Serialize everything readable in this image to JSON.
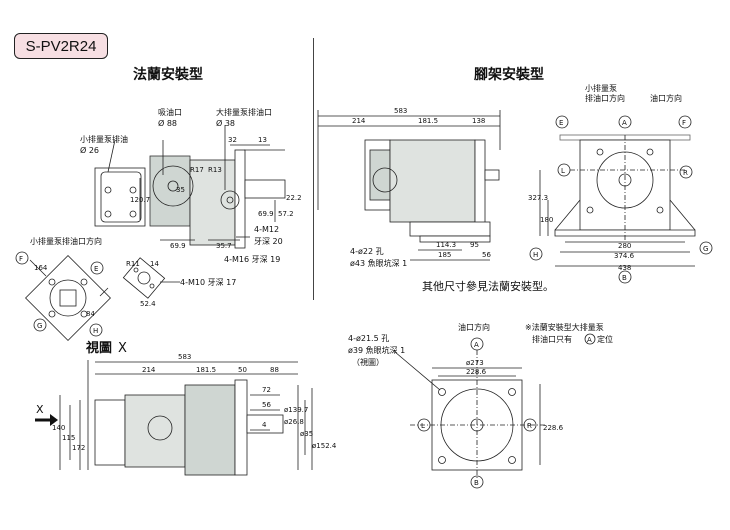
{
  "model": "S-PV2R24",
  "sections": {
    "flange": {
      "title": "法蘭安裝型",
      "labels": {
        "suction": "吸油口",
        "suction_d": "Ø 88",
        "large_out": "大排量泵排油口",
        "large_out_d": "Ø 38",
        "small_out": "小排量泵排油",
        "small_out_d": "Ø 26",
        "small_dir": "小排量泵排油口方向",
        "m16": "4-M16 牙深 19",
        "m12": "4-M12",
        "m12_depth": "牙深 20",
        "m10": "4-M10 牙深 17"
      },
      "dims": [
        "32",
        "13",
        "R17",
        "R13",
        "35",
        "120.7",
        "69.9",
        "35.7",
        "69.9",
        "57.2",
        "22.2",
        "R11",
        "14",
        "164",
        "84",
        "52.4"
      ],
      "circles": [
        "F",
        "E",
        "G",
        "H"
      ]
    },
    "foot": {
      "title": "腳架安裝型",
      "labels": {
        "small_dir": "小排量泵",
        "small_dir2": "排油口方向",
        "oil_in": "油口方向",
        "hole": "4-ø22 孔",
        "counter": "ø43 魚眼坑深 1",
        "ref": "其他尺寸參見法蘭安裝型。"
      },
      "dims": [
        "583",
        "214",
        "181.5",
        "138",
        "114.3",
        "95",
        "185",
        "56",
        "327.3",
        "180",
        "280",
        "374.6",
        "438"
      ],
      "circles": [
        "E",
        "A",
        "F",
        "L",
        "R",
        "H",
        "B",
        "G"
      ]
    },
    "viewx": {
      "title": "視圖",
      "mark": "X",
      "dims": [
        "583",
        "214",
        "181.5",
        "50",
        "88",
        "72",
        "56",
        "4",
        "140",
        "115",
        "172",
        "ø139.7",
        "ø26.8",
        "ø35",
        "ø152.4"
      ],
      "arrow": "X"
    },
    "bottom": {
      "labels": {
        "hole": "4-ø21.5 孔",
        "counter": "ø39 魚眼坑深 1",
        "view": "（視圖）",
        "oil_in": "油口方向",
        "note1": "※法蘭安裝型大排量泵",
        "note2_prefix": "排油口只有",
        "note2_circle": "A",
        "note2_suffix": "定位"
      },
      "dims": [
        "ø273",
        "228.6",
        "228.6"
      ],
      "circles": [
        "A",
        "L",
        "R",
        "B"
      ]
    }
  }
}
